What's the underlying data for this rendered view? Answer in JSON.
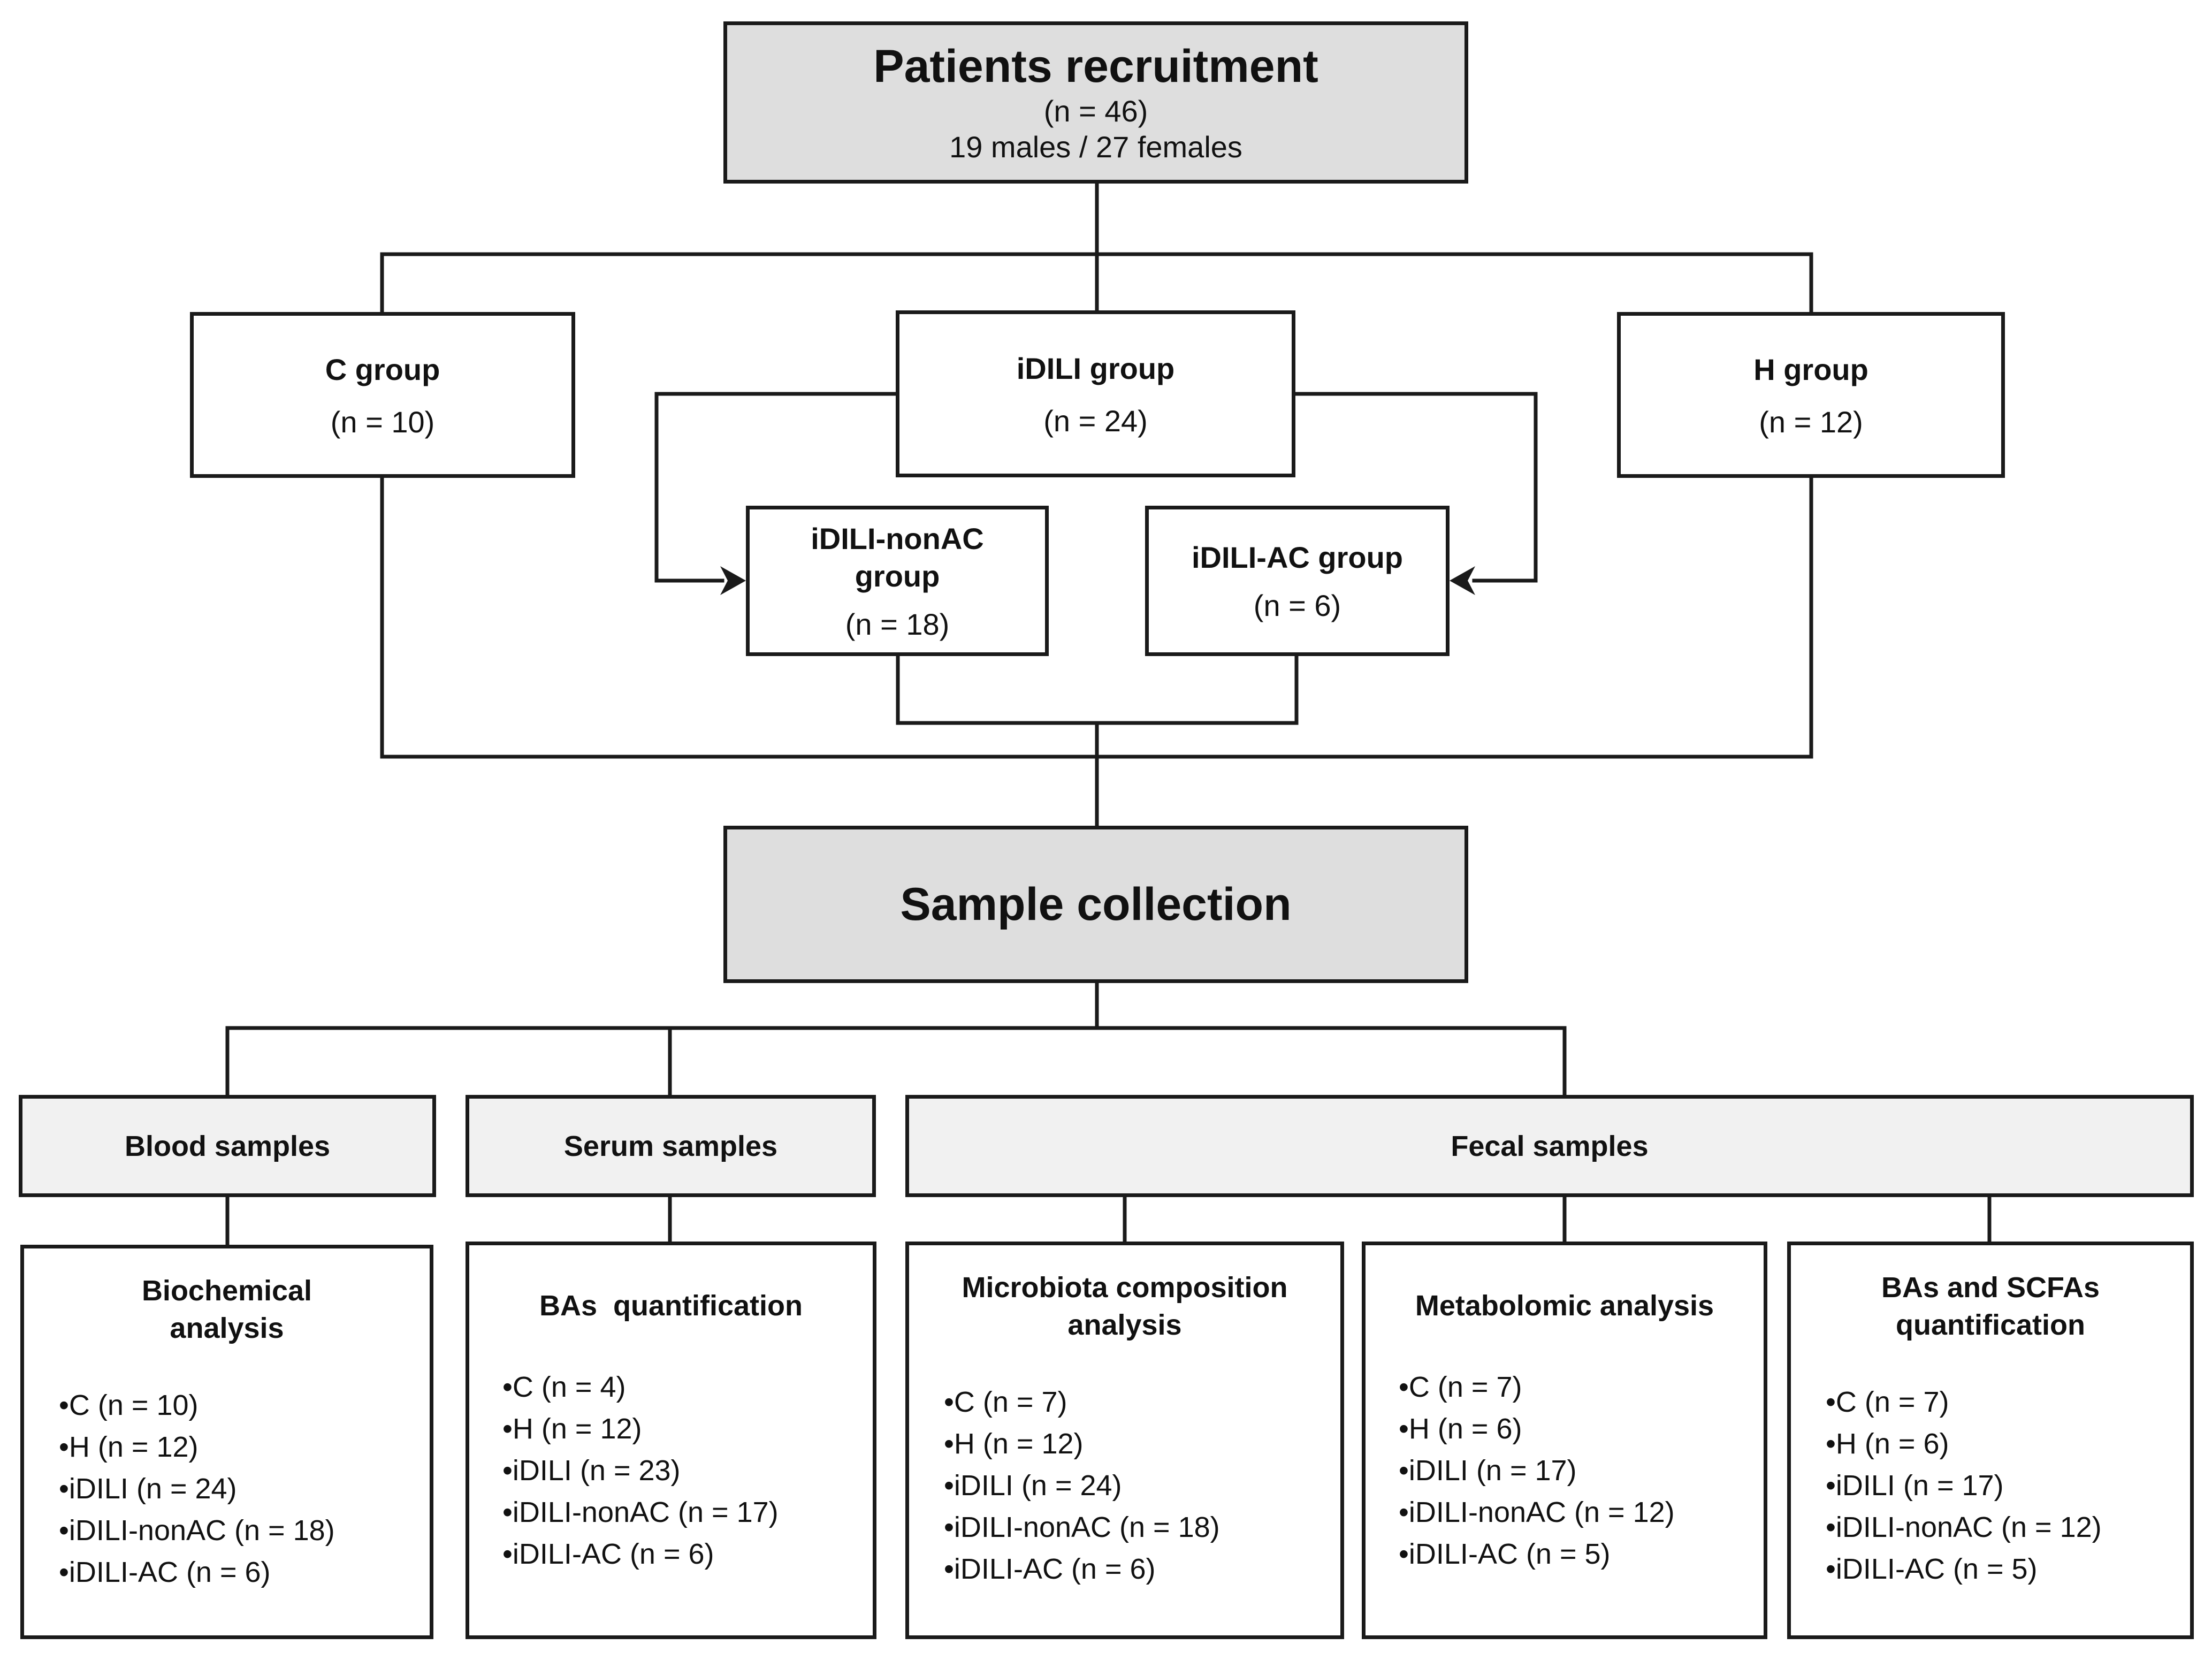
{
  "recruitment": {
    "title": "Patients recruitment",
    "n": "(n = 46)",
    "sex": "19 males / 27 females"
  },
  "groups": {
    "c": {
      "title": "C group",
      "n": "(n = 10)"
    },
    "idili": {
      "title": "iDILI group",
      "n": "(n = 24)"
    },
    "h": {
      "title": "H group",
      "n": "(n = 12)"
    },
    "nonac": {
      "title_line1": "iDILI-nonAC",
      "title_line2": "group",
      "n": "(n = 18)"
    },
    "ac": {
      "title": "iDILI-AC group",
      "n": "(n = 6)"
    }
  },
  "collection": {
    "title": "Sample collection"
  },
  "samples": {
    "blood": "Blood samples",
    "serum": "Serum samples",
    "fecal": "Fecal samples"
  },
  "analyses": [
    {
      "title1": "Biochemical",
      "title2": "analysis",
      "items": [
        "C (n = 10)",
        "H (n = 12)",
        "iDILI (n = 24)",
        "iDILI-nonAC (n = 18)",
        "iDILI-AC (n = 6)"
      ]
    },
    {
      "title1": "BAs  quantification",
      "title2": "",
      "items": [
        "C (n = 4)",
        "H (n = 12)",
        "iDILI (n = 23)",
        "iDILI-nonAC (n = 17)",
        "iDILI-AC (n = 6)"
      ]
    },
    {
      "title1": "Microbiota composition",
      "title2": "analysis",
      "items": [
        "C (n = 7)",
        "H (n = 12)",
        "iDILI (n = 24)",
        "iDILI-nonAC (n = 18)",
        "iDILI-AC (n = 6)"
      ]
    },
    {
      "title1": "Metabolomic analysis",
      "title2": "",
      "items": [
        "C (n = 7)",
        "H (n = 6)",
        "iDILI (n = 17)",
        "iDILI-nonAC (n = 12)",
        "iDILI-AC (n = 5)"
      ]
    },
    {
      "title1": "BAs and SCFAs",
      "title2": "quantification",
      "items": [
        "C (n = 7)",
        "H (n = 6)",
        "iDILI (n = 17)",
        "iDILI-nonAC (n = 12)",
        "iDILI-AC (n = 5)"
      ]
    }
  ]
}
